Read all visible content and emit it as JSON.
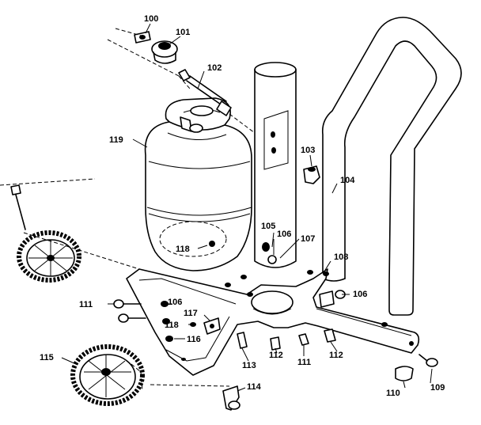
{
  "callouts": {
    "c100": "100",
    "c101": "101",
    "c102": "102",
    "c103": "103",
    "c104": "104",
    "c105": "105",
    "c106a": "106",
    "c106b": "106",
    "c106c": "106",
    "c107": "107",
    "c108": "108",
    "c109": "109",
    "c110": "110",
    "c111a": "111",
    "c111b": "111",
    "c112a": "112",
    "c112b": "112",
    "c113": "113",
    "c114": "114",
    "c115": "115",
    "c116": "116",
    "c117": "117",
    "c118a": "118",
    "c118b": "118",
    "c119": "119"
  },
  "colors": {
    "ink": "#000000",
    "paper": "#ffffff"
  }
}
